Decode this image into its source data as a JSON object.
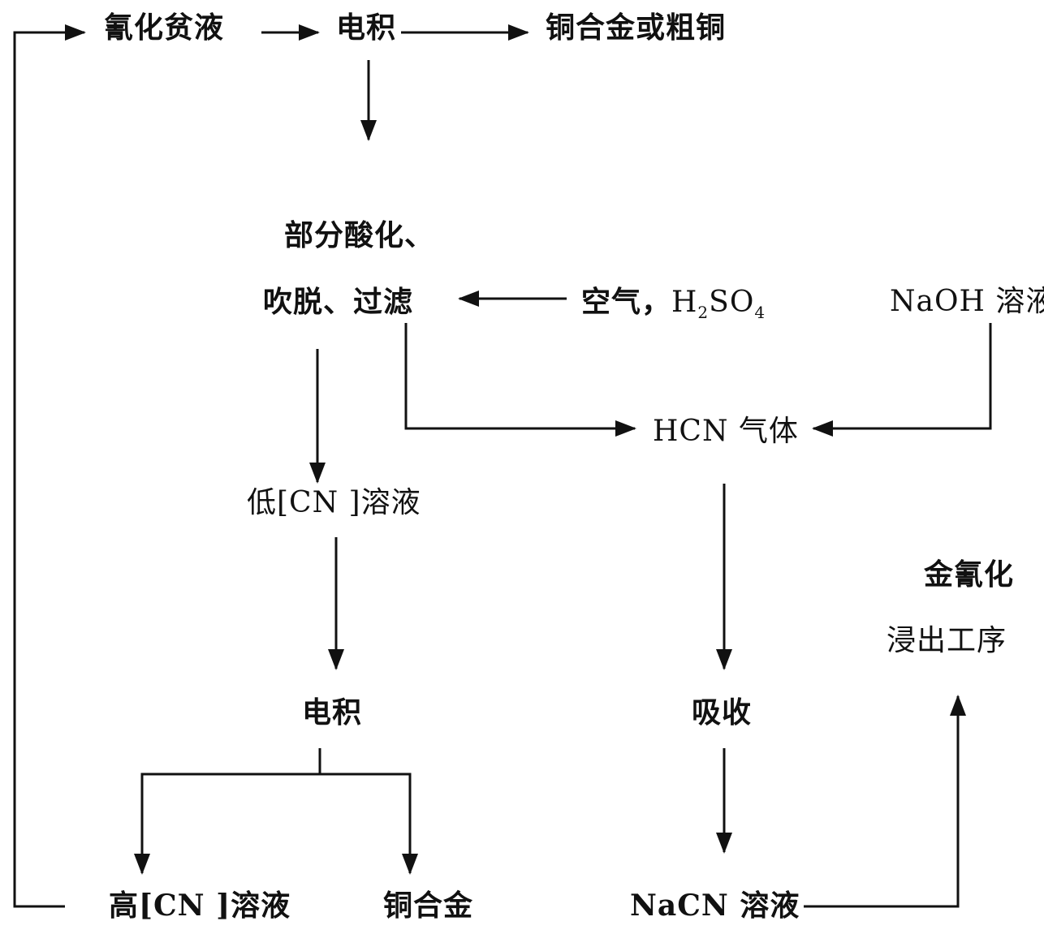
{
  "nodes": {
    "cyanide_barren": "氰化贫液",
    "electrowin_top": "电积",
    "copper_alloy_crude": "铜合金或粗铜",
    "acidify_line1": "部分酸化、",
    "acidify_line2": "吹脱、过滤",
    "air_acid_prefix": "空气，",
    "air_acid_h": "H",
    "air_acid_sub2": "2",
    "air_acid_so": "SO",
    "air_acid_sub4": "4",
    "naoh_solution": "NaOH 溶液",
    "hcn_gas": "HCN 气体",
    "low_cn_solution": "低[CN ]溶液",
    "gold_leach_line1": "金氰化",
    "gold_leach_line2": "浸出工序",
    "electrowin_bottom": "电积",
    "absorption": "吸收",
    "high_cn_solution": "高[CN ]溶液",
    "copper_alloy": "铜合金",
    "nacn_solution": "NaCN 溶液"
  }
}
